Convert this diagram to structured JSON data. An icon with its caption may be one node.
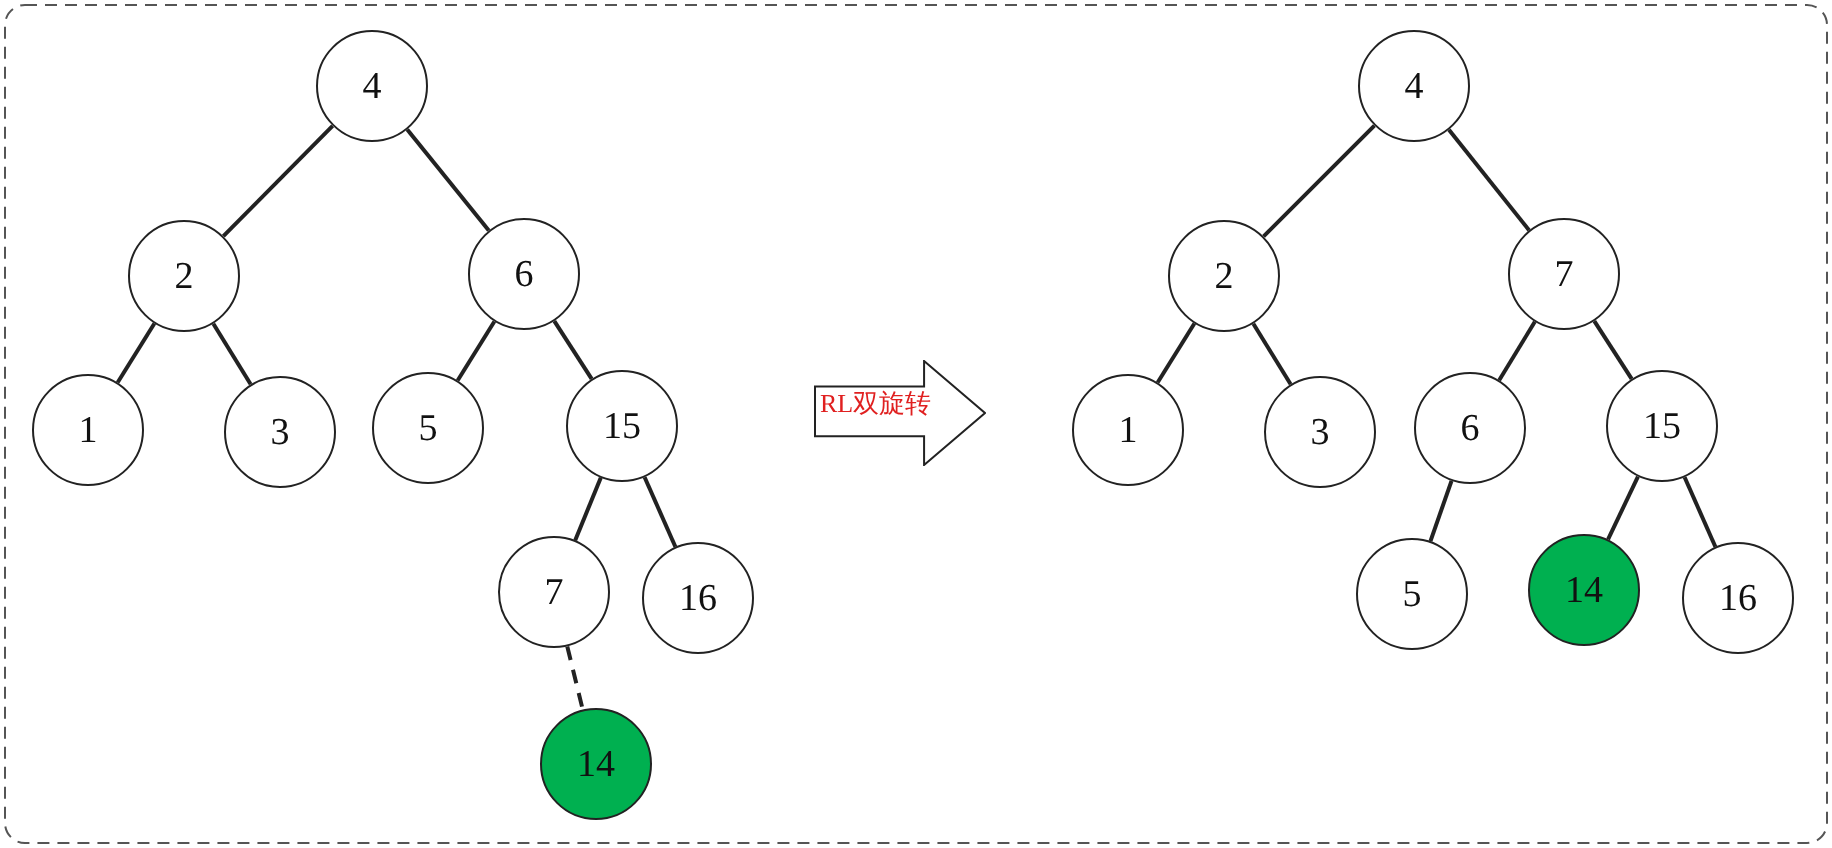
{
  "diagram": {
    "nodes": [
      {
        "text": [
          "4"
        ]
      },
      {
        "text": [
          "2"
        ]
      },
      {
        "text": [
          "6"
        ]
      },
      {
        "text": [
          "1"
        ]
      },
      {
        "text": [
          "3"
        ]
      },
      {
        "text": [
          "5"
        ]
      },
      {
        "text": [
          "15"
        ]
      },
      {
        "text": [
          "7"
        ]
      },
      {
        "text": [
          "16"
        ]
      },
      {
        "text": [
          "14"
        ]
      },
      {
        "text": [
          "RL双旋转"
        ]
      },
      {
        "text": [
          "4"
        ]
      },
      {
        "text": [
          "2"
        ]
      },
      {
        "text": [
          "7"
        ]
      },
      {
        "text": [
          "1"
        ]
      },
      {
        "text": [
          "3"
        ]
      },
      {
        "text": [
          "6"
        ]
      },
      {
        "text": [
          "15"
        ]
      },
      {
        "text": [
          "5"
        ]
      },
      {
        "text": [
          "14"
        ]
      },
      {
        "text": [
          "16"
        ]
      }
    ],
    "edges": [
      {
        "from": 0,
        "to": 1,
        "arrow": "none"
      },
      {
        "from": 0,
        "to": 2,
        "arrow": "none"
      },
      {
        "from": 1,
        "to": 3,
        "arrow": "none"
      },
      {
        "from": 1,
        "to": 4,
        "arrow": "none"
      },
      {
        "from": 2,
        "to": 5,
        "arrow": "none"
      },
      {
        "from": 2,
        "to": 6,
        "arrow": "none"
      },
      {
        "from": 6,
        "to": 7,
        "arrow": "none"
      },
      {
        "from": 6,
        "to": 8,
        "arrow": "none"
      },
      {
        "from": 7,
        "to": 9,
        "arrow": "none",
        "style": "dashed"
      },
      {
        "from": 11,
        "to": 12,
        "arrow": "none"
      },
      {
        "from": 11,
        "to": 13,
        "arrow": "none"
      },
      {
        "from": 12,
        "to": 14,
        "arrow": "none"
      },
      {
        "from": 12,
        "to": 15,
        "arrow": "none"
      },
      {
        "from": 13,
        "to": 16,
        "arrow": "none"
      },
      {
        "from": 13,
        "to": 17,
        "arrow": "none"
      },
      {
        "from": 16,
        "to": 18,
        "arrow": "none"
      },
      {
        "from": 17,
        "to": 19,
        "arrow": "none"
      },
      {
        "from": 17,
        "to": 20,
        "arrow": "none"
      }
    ]
  }
}
